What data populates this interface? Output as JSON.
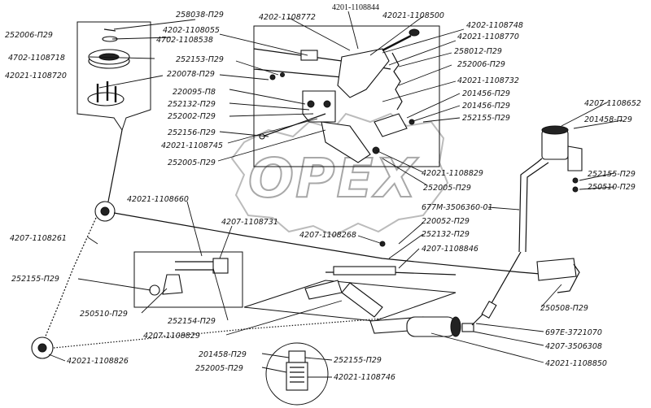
{
  "title": "4201-1108844",
  "watermark": "OPEX",
  "labels": {
    "l_258038": "258038-П29",
    "l_252006_tl": "252006-П29",
    "l_4702_1108718": "4702-1108718",
    "l_42021_1108720": "42021-1108720",
    "l_4202_1108772": "4202-1108772",
    "l_42021_1108500": "42021-1108500",
    "l_4202_1108055": "4202-1108055",
    "l_4702_1108538": "4702-1108538",
    "l_4202_1108748": "4202-1108748",
    "l_42021_1108770": "42021-1108770",
    "l_252153": "252153-П29",
    "l_220078": "220078-П29",
    "l_258012": "258012-П29",
    "l_252006_r": "252006-П29",
    "l_42021_1108732": "42021-1108732",
    "l_220095": "220095-П8",
    "l_252132_a": "252132-П29",
    "l_252002": "252002-П29",
    "l_201456_a": "201456-П29",
    "l_201456_b": "201456-П29",
    "l_252155_a": "252155-П29",
    "l_4207_1108652": "4207-1108652",
    "l_201458_a": "201458-П29",
    "l_252156": "252156-П29",
    "l_42021_1108745": "42021-1108745",
    "l_252005_a": "252005-П29",
    "l_42021_1108829": "42021-1108829",
    "l_252005_b": "252005-П29",
    "l_252155_b": "252155-П29",
    "l_250510_a": "250510-П29",
    "l_42021_1108660": "42021-1108660",
    "l_677m": "677М-3506360-01",
    "l_4207_1108731": "4207-1108731",
    "l_220052": "220052-П29",
    "l_4207_1108261": "4207-1108261",
    "l_4207_1108268": "4207-1108268",
    "l_252132_b": "252132-П29",
    "l_4207_1108846": "4207-1108846",
    "l_252155_c": "252155-П29",
    "l_250510_b": "250510-П29",
    "l_252154": "252154-П29",
    "l_4207_1108829": "4207-1108829",
    "l_250508": "250508-П29",
    "l_697e": "697Е-3721070",
    "l_4207_3506308": "4207-3506308",
    "l_201458_b": "201458-П29",
    "l_252155_d": "252155-П29",
    "l_252005_c": "252005-П29",
    "l_42021_1108746": "42021-1108746",
    "l_42021_1108826": "42021-1108826",
    "l_42021_1108850": "42021-1108850"
  }
}
